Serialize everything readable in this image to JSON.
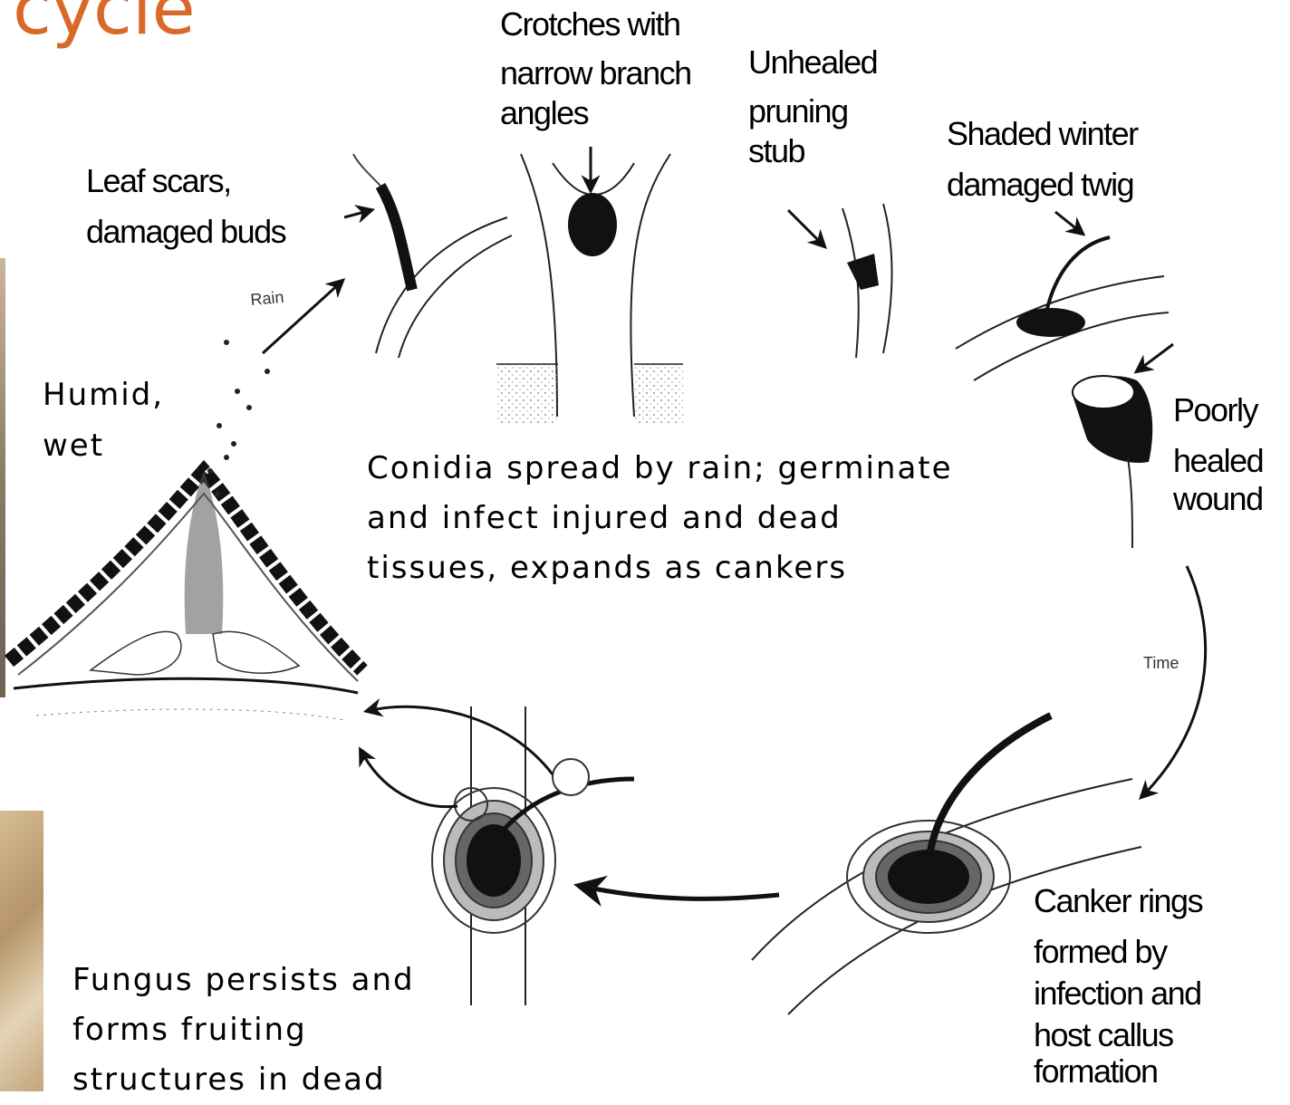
{
  "slide": {
    "title": "cycle",
    "title_color": "#d9692a"
  },
  "labels": {
    "crotches": [
      "Crotches with",
      "narrow branch",
      "angles"
    ],
    "unhealed": [
      "Unhealed",
      "pruning",
      "stub"
    ],
    "shaded": [
      "Shaded winter",
      "damaged twig"
    ],
    "leaf_scars": [
      "Leaf scars,",
      "damaged buds"
    ],
    "humid": [
      "Humid,",
      "wet"
    ],
    "poorly": [
      "Poorly",
      "healed",
      "wound"
    ],
    "conidia": [
      "Conidia spread by rain; germinate",
      "and infect injured and dead",
      "tissues, expands as cankers"
    ],
    "canker": [
      "Canker rings",
      "formed by",
      "infection and",
      "host callus",
      "formation"
    ],
    "fungus": [
      "Fungus persists and",
      "forms fruiting",
      "structures in dead"
    ],
    "rain_arrow": "Rain",
    "time_arrow": "Time"
  }
}
